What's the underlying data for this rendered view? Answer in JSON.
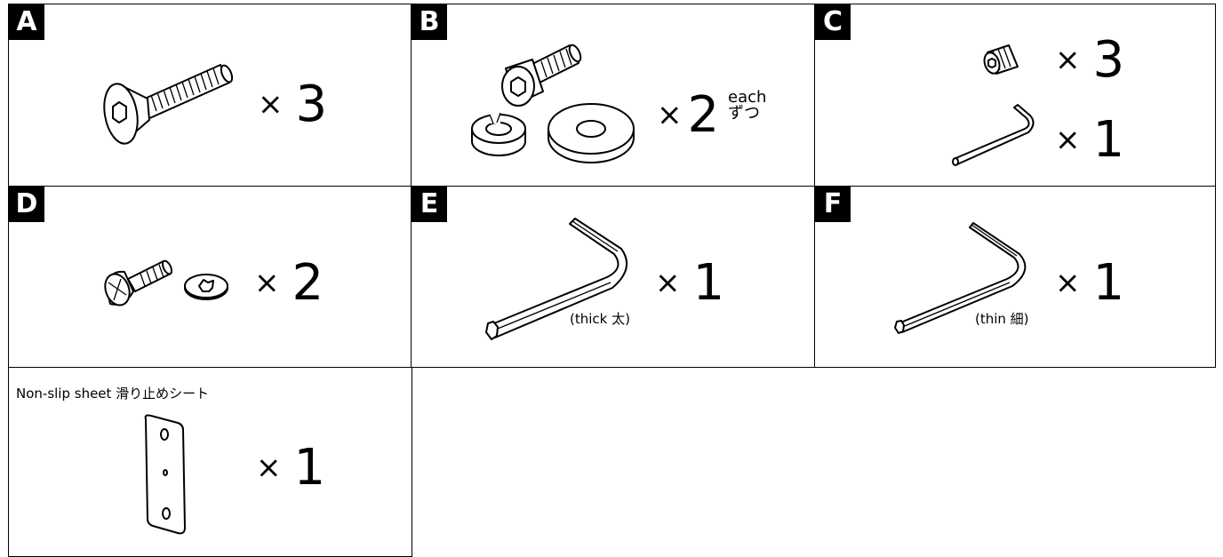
{
  "parts": [
    {
      "letter": "A",
      "times": "×",
      "count": "3",
      "icon": "countersunk-hex-socket-screw"
    },
    {
      "letter": "B",
      "times": "×",
      "count": "2",
      "each_en": "each",
      "each_jp": "ずつ",
      "icon": "hex-socket-bolt-with-spring-washer-and-flat-washer"
    },
    {
      "letter": "C",
      "rows": [
        {
          "times": "×",
          "count": "3",
          "icon": "set-screw"
        },
        {
          "times": "×",
          "count": "1",
          "icon": "small-hex-key"
        }
      ]
    },
    {
      "letter": "D",
      "times": "×",
      "count": "2",
      "icon": "truss-screw-with-lock-washer"
    },
    {
      "letter": "E",
      "times": "×",
      "count": "1",
      "note": "(thick 太)",
      "icon": "thick-hex-key"
    },
    {
      "letter": "F",
      "times": "×",
      "count": "1",
      "note": "(thin 細)",
      "icon": "thin-hex-key"
    }
  ],
  "sheet": {
    "label": "Non-slip sheet  滑り止めシート",
    "times": "×",
    "count": "1",
    "icon": "non-slip-sheet"
  }
}
